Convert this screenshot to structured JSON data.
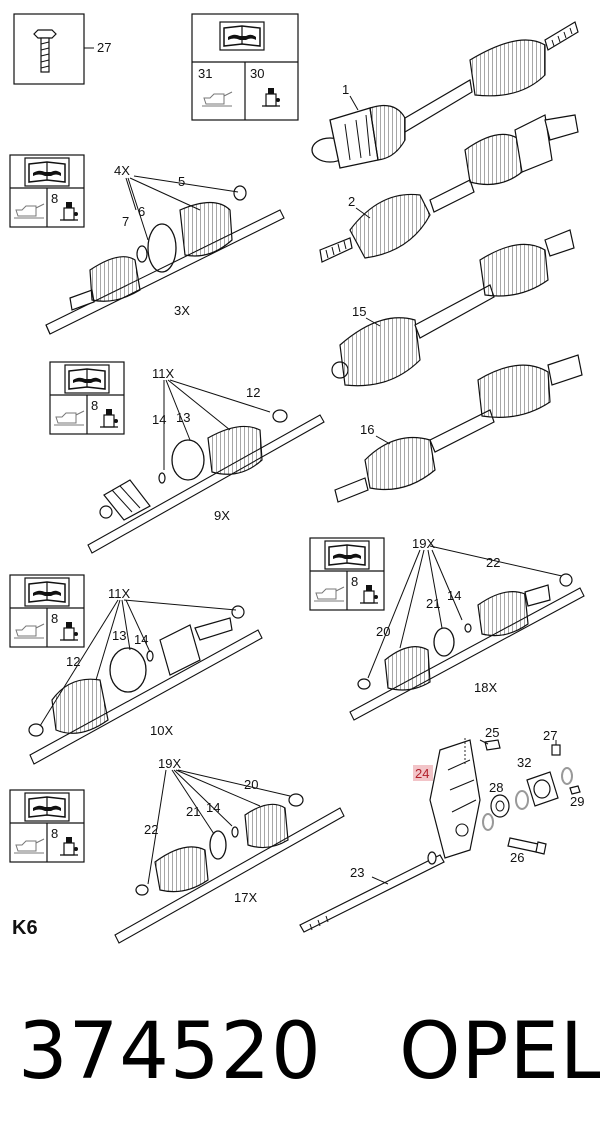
{
  "diagram_code": "K6",
  "part_number": "374520",
  "brand": "OPEL",
  "icon_labels": {
    "manual_box_top": [
      "31",
      "30"
    ],
    "manual_box_small": [
      "8"
    ]
  },
  "callouts": {
    "bolt": "27",
    "axle_1": "1",
    "axle_2": "2",
    "axle_15": "15",
    "axle_16": "16",
    "kit_3": {
      "count": "4X",
      "clamp": "5",
      "ring": "6",
      "band": "7",
      "total": "3X"
    },
    "kit_9": {
      "count": "11X",
      "clamp": "12",
      "ring": "13",
      "band": "14",
      "total": "9X"
    },
    "kit_10": {
      "count": "11X",
      "clamp_left": "12",
      "ring": "13",
      "band": "14",
      "total": "10X"
    },
    "kit_18": {
      "count": "19X",
      "clamp": "22",
      "ring": "21",
      "band": "14",
      "band2": "20",
      "total": "18X"
    },
    "kit_17": {
      "count": "19X",
      "clamp": "20",
      "ring": "21",
      "band": "14",
      "clamp2": "22",
      "total": "17X"
    },
    "bearing": {
      "bracket": "24",
      "bolt_25": "25",
      "bolt_27": "27",
      "ring_32": "32",
      "bearing_28": "28",
      "pin_29": "29",
      "bolt_26": "26",
      "shaft_23": "23"
    }
  },
  "colors": {
    "line": "#1a1a1a",
    "highlight_bg": "#f2c4c8",
    "highlight_text": "#b3202b"
  }
}
